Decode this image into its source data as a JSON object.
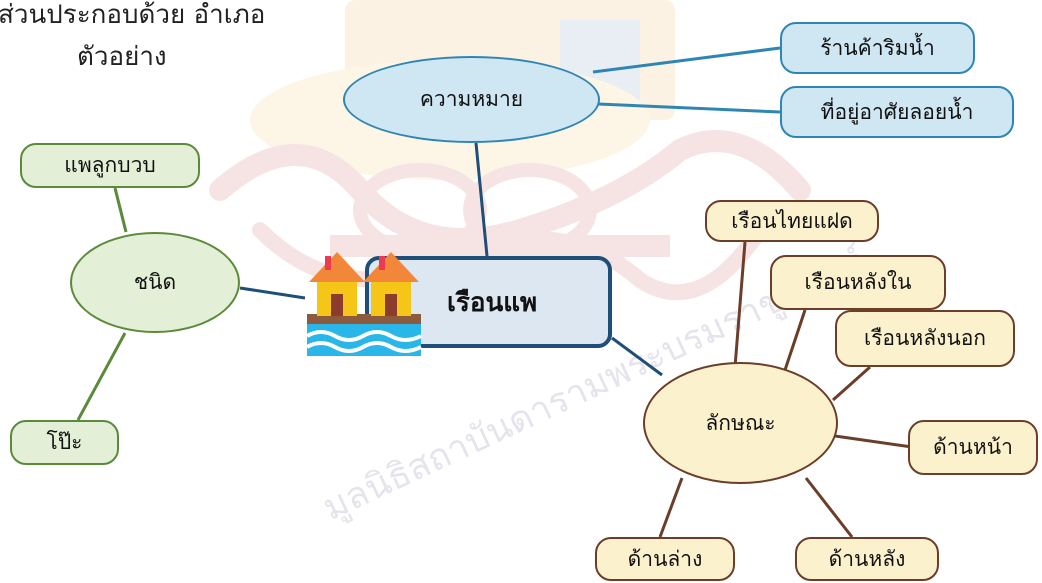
{
  "header": {
    "line1": "ส่วนประกอบด้วย อำเภอ",
    "line2": "ตัวอย่าง"
  },
  "watermark": {
    "text": "มูลนิธิสถาบันดารามพระบรมราชูปถัมภ์"
  },
  "center": {
    "label": "เรือนแพ",
    "icon": "houseboat-icon"
  },
  "meaning": {
    "label": "ความหมาย",
    "items": [
      "ร้านค้าริมน้ำ",
      "ที่อยู่อาศัยลอยน้ำ"
    ]
  },
  "types": {
    "label": "ชนิด",
    "items": [
      "แพลูกบวบ",
      "โป๊ะ"
    ]
  },
  "features": {
    "label": "ลักษณะ",
    "items": [
      "เรือนไทยแฝด",
      "เรือนหลังใน",
      "เรือนหลังนอก",
      "ด้านหน้า",
      "ด้านหลัง",
      "ด้านล่าง"
    ]
  },
  "colors": {
    "blue_fill": "#cfe6f3",
    "blue_border": "#2f86b5",
    "green_fill": "#e3efd6",
    "green_border": "#5b8a3a",
    "yellow_fill": "#fcf1cd",
    "yellow_border": "#6b3e2a",
    "center_border": "#1f4e79"
  }
}
